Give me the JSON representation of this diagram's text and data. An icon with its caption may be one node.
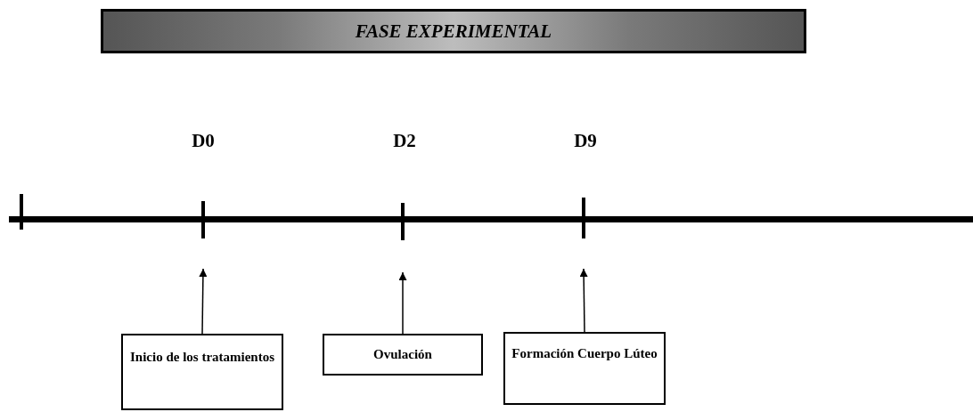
{
  "diagram": {
    "title": "FASE EXPERIMENTAL",
    "nodes": [
      {
        "text": [
          "Inicio de los tratamientos"
        ]
      },
      {
        "text": [
          "Ovulación"
        ]
      },
      {
        "text": [
          "Formación Cuerpo Lúteo"
        ]
      }
    ],
    "edges": [
      {
        "from": 0,
        "to": null,
        "arrow": "to"
      },
      {
        "from": 1,
        "to": null,
        "arrow": "to"
      },
      {
        "from": 2,
        "to": null,
        "arrow": "to"
      }
    ],
    "labels": [
      "D0",
      "D2",
      "D9"
    ]
  }
}
